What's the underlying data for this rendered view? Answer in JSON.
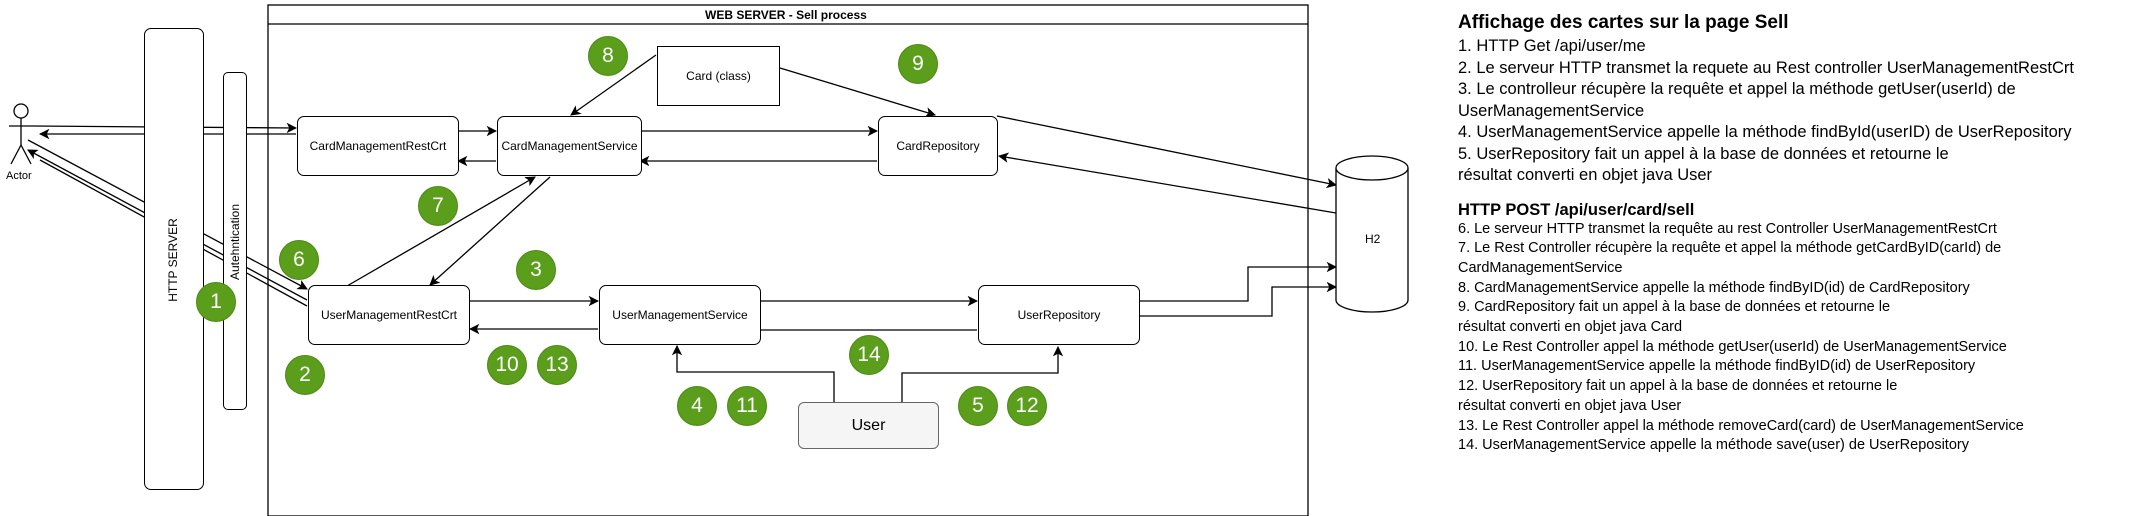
{
  "server_title": "WEB SERVER - Sell process",
  "actor_label": "Actor",
  "http_server_label": "HTTP SERVER",
  "auth_label": "Autehntication",
  "boxes": {
    "card_rest": "CardManagementRestCrt",
    "card_service": "CardManagementService",
    "card_class": "Card (class)",
    "card_repo": "CardRepository",
    "user_rest": "UserManagementRestCrt",
    "user_service": "UserManagementService",
    "user_repo": "UserRepository",
    "user_entity": "User",
    "h2": "H2"
  },
  "badges": [
    "1",
    "2",
    "3",
    "4",
    "5",
    "6",
    "7",
    "8",
    "9",
    "10",
    "11",
    "12",
    "13",
    "14"
  ],
  "colors": {
    "badge": "#5a9e1c",
    "user_box_fill": "#f5f5f5"
  },
  "notes": {
    "section1_title": "Affichage des cartes sur la page Sell",
    "section1_items": [
      "1. HTTP Get /api/user/me",
      "2. Le serveur HTTP transmet la requete au Rest controller UserManagementRestCrt",
      "3. Le controlleur récupère la requête et appel la méthode getUser(userId) de",
      "UserManagementService",
      "4. UserManagementService appelle la méthode findById(userID) de UserRepository",
      "5. UserRepository fait un appel à la base de données et retourne le",
      "résultat converti en objet java User"
    ],
    "section2_title": "HTTP POST /api/user/card/sell",
    "section2_items": [
      "6. Le serveur HTTP transmet la requête au rest Controller UserManagementRestCrt",
      "7. Le Rest Controller récupère la requête et appel la méthode getCardByID(carId) de",
      "CardManagementService",
      "8. CardManagementService appelle la méthode findByID(id) de CardRepository",
      "9. CardRepository fait un appel à la base de données et retourne le",
      "résultat converti en objet java Card",
      "10. Le Rest Controller appel la méthode getUser(userId) de UserManagementService",
      "11. UserManagementService appelle la méthode findByID(id) de UserRepository",
      "12. UserRepository fait un appel à la base de données et retourne le",
      "résultat converti en objet java User",
      "13. Le Rest Controller appel la méthode removeCard(card) de UserManagementService",
      "14. UserManagementService appelle la méthode save(user) de UserRepository"
    ]
  }
}
